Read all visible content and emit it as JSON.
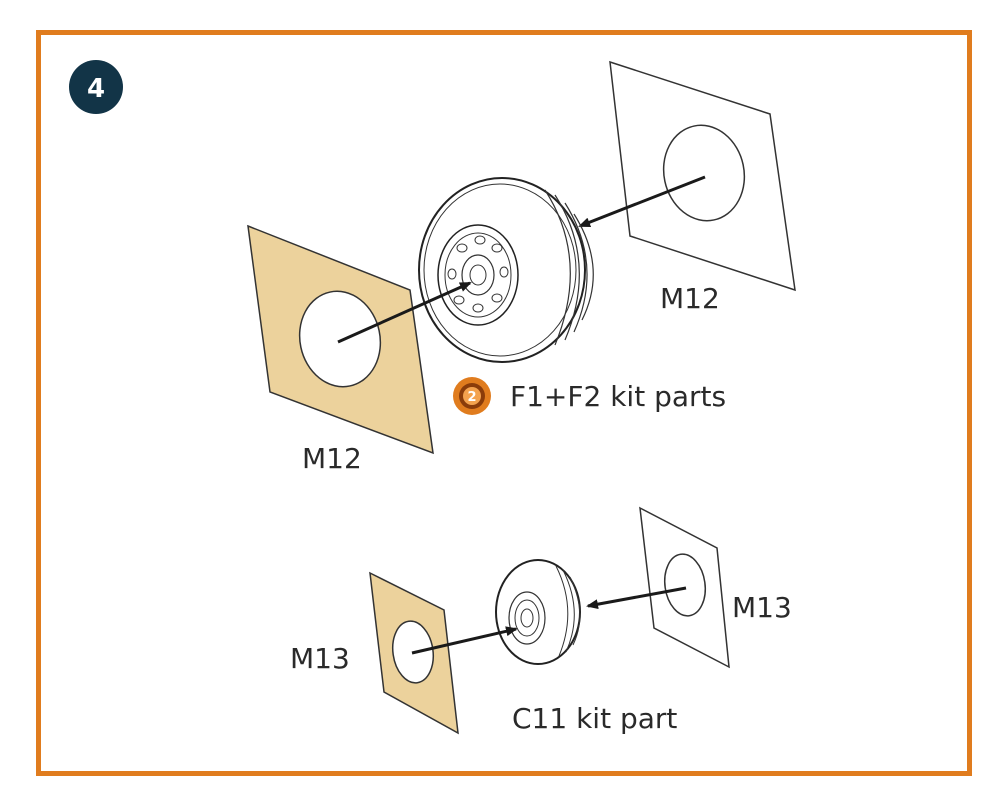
{
  "step": {
    "number": "4",
    "badge_color": "#123447"
  },
  "colors": {
    "frame": "#e07c1e",
    "mask": "#ecd29c",
    "ink": "#1a1a1a"
  },
  "labels": {
    "main_rear_mask": "M12",
    "main_front_mask": "M12",
    "main_wheel_parts": "F1+F2 kit parts",
    "tail_rear_mask": "M13",
    "tail_front_mask": "M13",
    "tail_wheel_part": "C11 kit part"
  },
  "icons": {
    "kit_part_marker": "orange-circled-2-icon"
  }
}
